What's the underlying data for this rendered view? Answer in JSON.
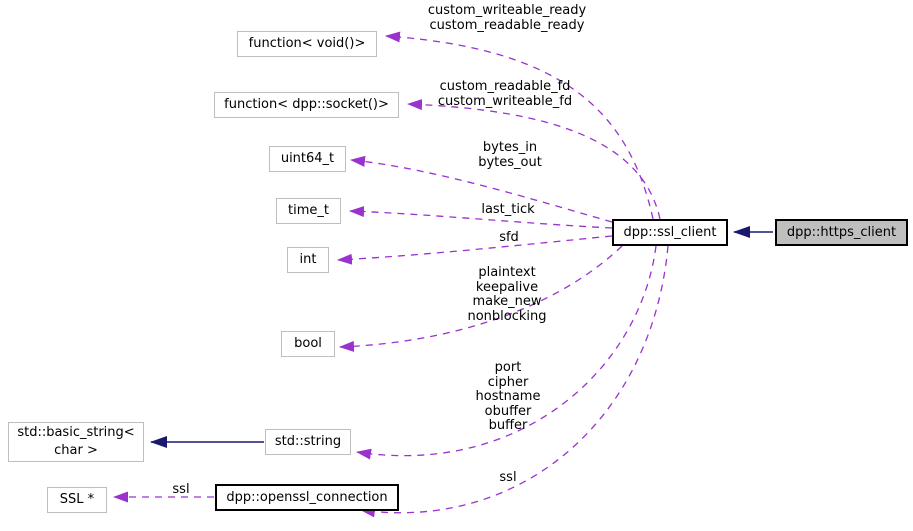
{
  "diagram": {
    "kind": "doxygen-collaboration-graph",
    "colors": {
      "usage_edge": "#9a32cd",
      "inheritance_edge": "#191970",
      "external_node_border": "#bebebe",
      "documented_node_border": "#000000",
      "current_node_fill": "#bfbfbf",
      "background": "#ffffff"
    },
    "nodes": {
      "function_void": {
        "label": "function< void()>"
      },
      "function_socket": {
        "label": "function< dpp::socket()>"
      },
      "uint64_t": {
        "label": "uint64_t"
      },
      "time_t": {
        "label": "time_t"
      },
      "int": {
        "label": "int"
      },
      "bool": {
        "label": "bool"
      },
      "basic_string": {
        "label": "std::basic_string<\nchar >"
      },
      "string": {
        "label": "std::string"
      },
      "ssl_ptr": {
        "label": "SSL *"
      },
      "openssl_connection": {
        "label": "dpp::openssl_connection"
      },
      "ssl_client": {
        "label": "dpp::ssl_client"
      },
      "https_client": {
        "label": "dpp::https_client"
      }
    },
    "edge_labels": {
      "custom_ready": "custom_writeable_ready\ncustom_readable_ready",
      "custom_fd": "custom_readable_fd\ncustom_writeable_fd",
      "bytes": "bytes_in\nbytes_out",
      "last_tick": "last_tick",
      "sfd": "sfd",
      "flags": "plaintext\nkeepalive\nmake_new\nnonblocking",
      "string_members": "port\ncipher\nhostname\nobuffer\nbuffer",
      "ssl_member": "ssl",
      "ssl_ptr_member": "ssl"
    }
  }
}
